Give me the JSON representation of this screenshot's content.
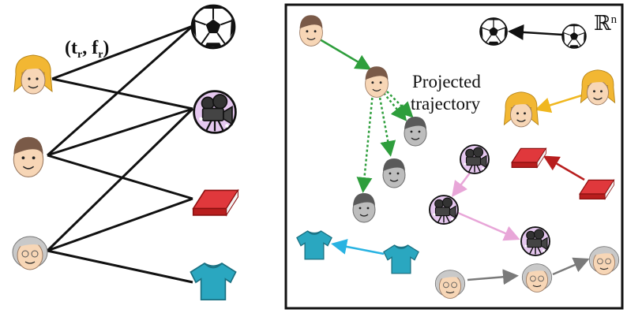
{
  "left_panel": {
    "edge_label": "(t",
    "edge_label_sub_t": "r",
    "edge_label_mid": ", f",
    "edge_label_sub_f": "r",
    "edge_label_end": ")"
  },
  "right_panel": {
    "space_symbol": "ℝ",
    "space_superscript": "n",
    "annotation_line1": "Projected",
    "annotation_line2": "trajectory"
  },
  "colors": {
    "edge_black": "#111111",
    "green": "#2e9e3c",
    "yellow": "#f0b71f",
    "dark_red": "#b81e1e",
    "pink": "#e8a6d8",
    "cyan": "#29b3e2",
    "gray": "#7a7a7a",
    "shirt": "#2aa7c0",
    "book": "#d9252a"
  }
}
